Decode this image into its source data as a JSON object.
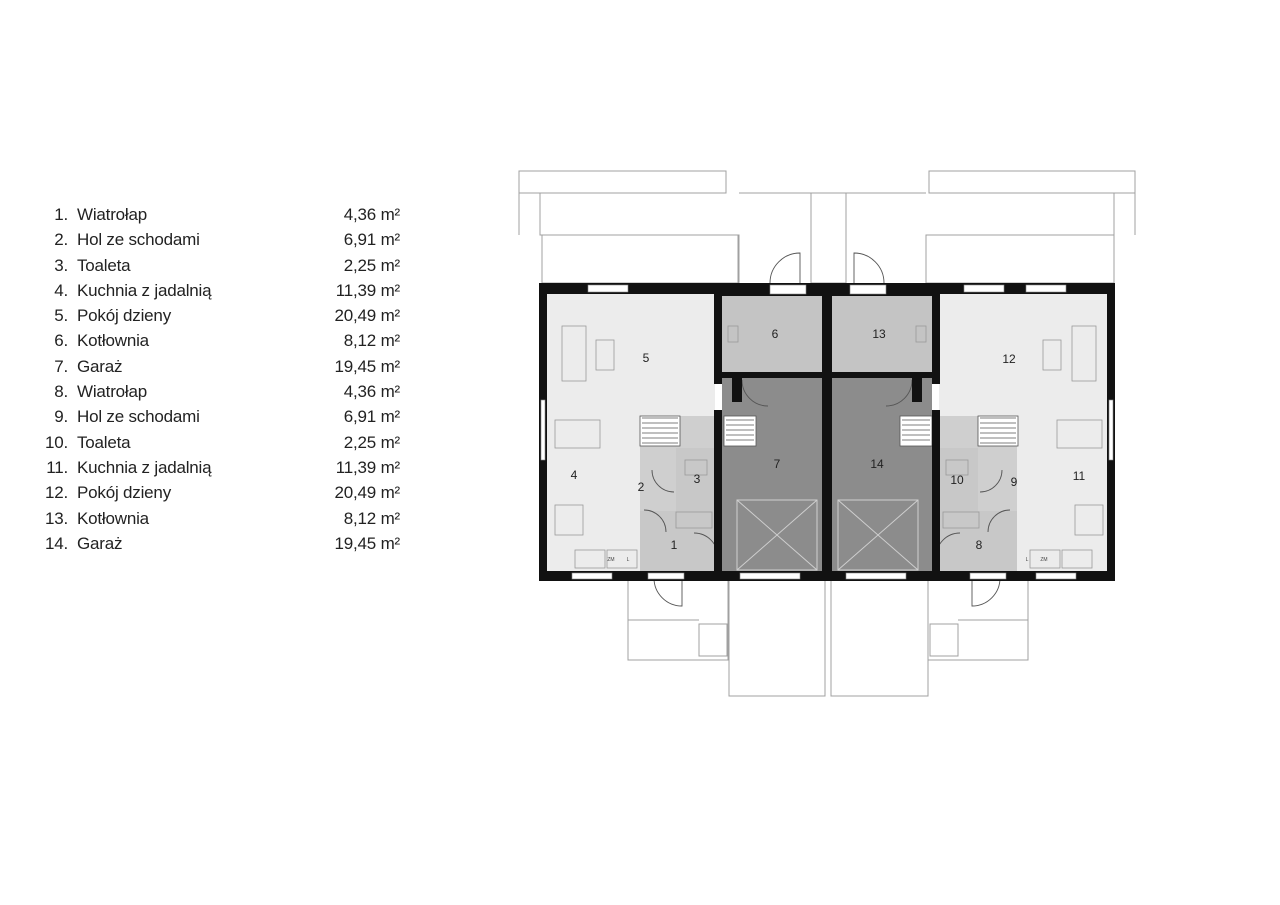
{
  "rooms": [
    {
      "num": "1.",
      "name": "Wiatrołap",
      "area": "4,36 m²"
    },
    {
      "num": "2.",
      "name": "Hol ze schodami",
      "area": "6,91 m²"
    },
    {
      "num": "3.",
      "name": "Toaleta",
      "area": "2,25 m²"
    },
    {
      "num": "4.",
      "name": "Kuchnia z jadalnią",
      "area": "11,39 m²"
    },
    {
      "num": "5.",
      "name": "Pokój dzieny",
      "area": "20,49 m²"
    },
    {
      "num": "6.",
      "name": "Kotłownia",
      "area": "8,12 m²"
    },
    {
      "num": "7.",
      "name": "Garaż",
      "area": "19,45 m²"
    },
    {
      "num": "8.",
      "name": "Wiatrołap",
      "area": "4,36 m²"
    },
    {
      "num": "9.",
      "name": "Hol ze schodami",
      "area": "6,91 m²"
    },
    {
      "num": "10.",
      "name": "Toaleta",
      "area": "2,25 m²"
    },
    {
      "num": "11.",
      "name": "Kuchnia z jadalnią",
      "area": "11,39 m²"
    },
    {
      "num": "12.",
      "name": "Pokój dzieny",
      "area": "20,49 m²"
    },
    {
      "num": "13.",
      "name": "Kotłownia",
      "area": "8,12 m²"
    },
    {
      "num": "14.",
      "name": "Garaż",
      "area": "19,45 m²"
    }
  ],
  "plan": {
    "room_labels": [
      "1",
      "2",
      "3",
      "4",
      "5",
      "6",
      "7",
      "8",
      "9",
      "10",
      "11",
      "12",
      "13",
      "14"
    ],
    "appliance_labels": [
      "ZM",
      "L"
    ],
    "colors": {
      "wall": "#111111",
      "light_room": "#ececec",
      "mid_room": "#c8c8c8",
      "garage": "#8c8c8c",
      "outline": "#9a9a9a"
    }
  }
}
